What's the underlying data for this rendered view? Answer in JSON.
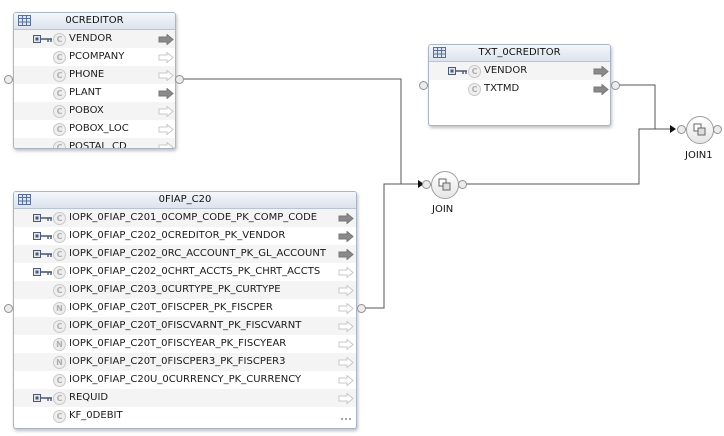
{
  "creditor": {
    "title": "0CREDITOR",
    "rows": [
      {
        "name": "VENDOR",
        "key": true,
        "type": "C",
        "arrow": "filled"
      },
      {
        "name": "PCOMPANY",
        "key": false,
        "type": "C",
        "arrow": "outline"
      },
      {
        "name": "PHONE",
        "key": false,
        "type": "C",
        "arrow": "outline"
      },
      {
        "name": "PLANT",
        "key": false,
        "type": "C",
        "arrow": "filled"
      },
      {
        "name": "POBOX",
        "key": false,
        "type": "C",
        "arrow": "outline"
      },
      {
        "name": "POBOX_LOC",
        "key": false,
        "type": "C",
        "arrow": "outline"
      },
      {
        "name": "POSTAL_CD",
        "key": false,
        "type": "C",
        "arrow": "outline"
      }
    ]
  },
  "txt_creditor": {
    "title": "TXT_0CREDITOR",
    "rows": [
      {
        "name": "VENDOR",
        "key": true,
        "type": "C",
        "arrow": "filled"
      },
      {
        "name": "TXTMD",
        "key": false,
        "type": "C",
        "arrow": "filled"
      }
    ]
  },
  "fiap": {
    "title": "0FIAP_C20",
    "rows": [
      {
        "name": "IOPK_0FIAP_C201_0COMP_CODE_PK_COMP_CODE",
        "key": true,
        "type": "C",
        "arrow": "filled"
      },
      {
        "name": "IOPK_0FIAP_C202_0CREDITOR_PK_VENDOR",
        "key": true,
        "type": "C",
        "arrow": "filled"
      },
      {
        "name": "IOPK_0FIAP_C202_0RC_ACCOUNT_PK_GL_ACCOUNT",
        "key": true,
        "type": "C",
        "arrow": "filled"
      },
      {
        "name": "IOPK_0FIAP_C202_0CHRT_ACCTS_PK_CHRT_ACCTS",
        "key": true,
        "type": "C",
        "arrow": "outline"
      },
      {
        "name": "IOPK_0FIAP_C203_0CURTYPE_PK_CURTYPE",
        "key": false,
        "type": "C",
        "arrow": "outline"
      },
      {
        "name": "IOPK_0FIAP_C20T_0FISCPER_PK_FISCPER",
        "key": false,
        "type": "N",
        "arrow": "outline"
      },
      {
        "name": "IOPK_0FIAP_C20T_0FISCVARNT_PK_FISCVARNT",
        "key": false,
        "type": "C",
        "arrow": "outline"
      },
      {
        "name": "IOPK_0FIAP_C20T_0FISCYEAR_PK_FISCYEAR",
        "key": false,
        "type": "N",
        "arrow": "outline"
      },
      {
        "name": "IOPK_0FIAP_C20T_0FISCPER3_PK_FISCPER3",
        "key": false,
        "type": "N",
        "arrow": "outline"
      },
      {
        "name": "IOPK_0FIAP_C20U_0CURRENCY_PK_CURRENCY",
        "key": false,
        "type": "C",
        "arrow": "outline"
      },
      {
        "name": "REQUID",
        "key": true,
        "type": "C",
        "arrow": "outline"
      },
      {
        "name": "KF_0DEBIT",
        "key": false,
        "type": "C",
        "arrow": "dots"
      }
    ]
  },
  "joins": {
    "join": {
      "label": "JOIN"
    },
    "join1": {
      "label": "JOIN1"
    }
  },
  "colors": {
    "line": "#555555",
    "arrow_filled": "#8a8a8a",
    "arrow_outline": "#c8c8c8"
  }
}
